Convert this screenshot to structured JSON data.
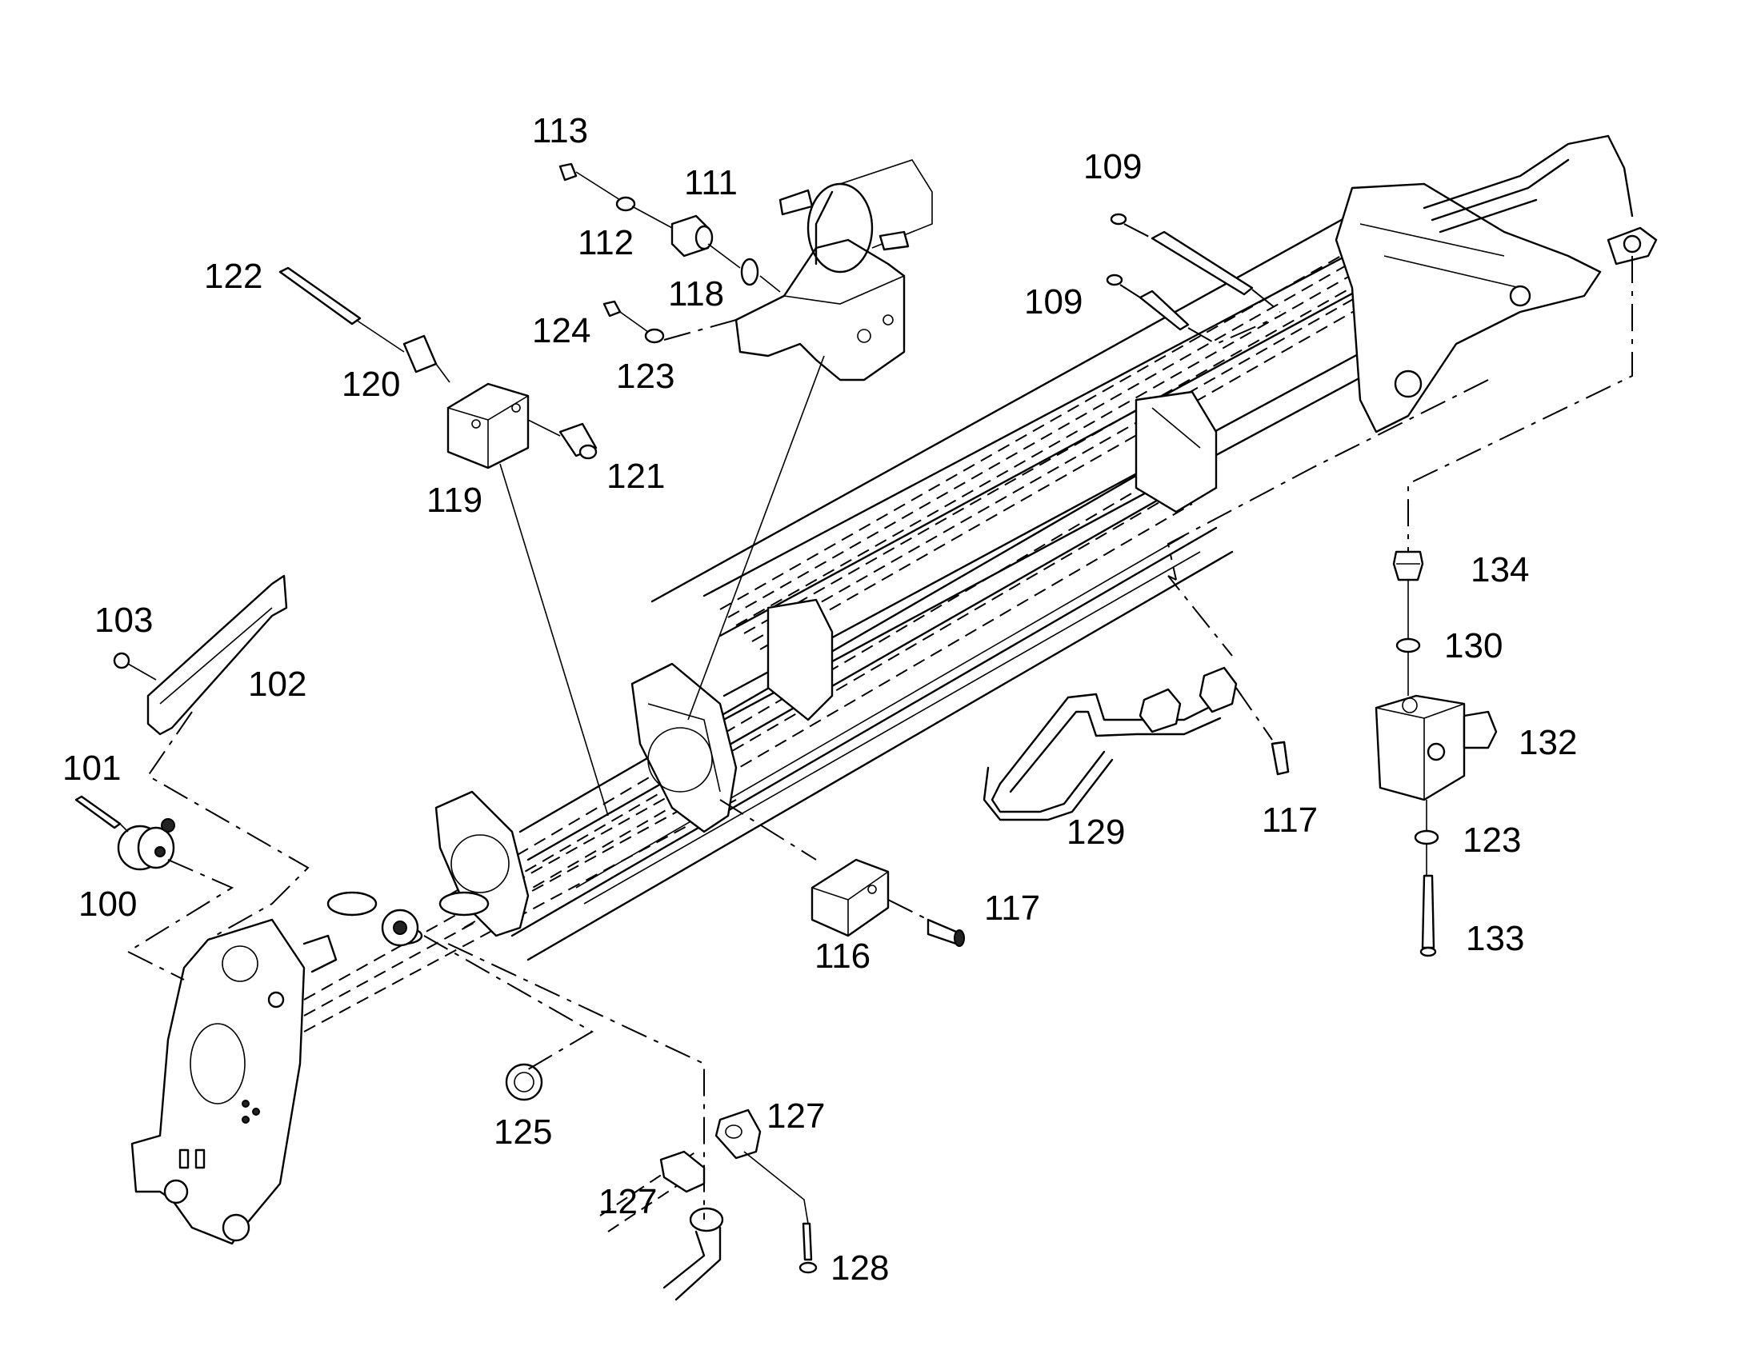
{
  "callouts": [
    {
      "id": "113",
      "text": "113"
    },
    {
      "id": "111",
      "text": "111"
    },
    {
      "id": "112",
      "text": "112"
    },
    {
      "id": "118",
      "text": "118"
    },
    {
      "id": "124",
      "text": "124"
    },
    {
      "id": "123a",
      "text": "123"
    },
    {
      "id": "122",
      "text": "122"
    },
    {
      "id": "120",
      "text": "120"
    },
    {
      "id": "121",
      "text": "121"
    },
    {
      "id": "119",
      "text": "119"
    },
    {
      "id": "109a",
      "text": "109"
    },
    {
      "id": "109b",
      "text": "109"
    },
    {
      "id": "103",
      "text": "103"
    },
    {
      "id": "102",
      "text": "102"
    },
    {
      "id": "101",
      "text": "101"
    },
    {
      "id": "100",
      "text": "100"
    },
    {
      "id": "134",
      "text": "134"
    },
    {
      "id": "130",
      "text": "130"
    },
    {
      "id": "132",
      "text": "132"
    },
    {
      "id": "123b",
      "text": "123"
    },
    {
      "id": "133",
      "text": "133"
    },
    {
      "id": "129",
      "text": "129"
    },
    {
      "id": "117a",
      "text": "117"
    },
    {
      "id": "117b",
      "text": "117"
    },
    {
      "id": "116",
      "text": "116"
    },
    {
      "id": "125",
      "text": "125"
    },
    {
      "id": "127a",
      "text": "127"
    },
    {
      "id": "127b",
      "text": "127"
    },
    {
      "id": "128",
      "text": "128"
    }
  ]
}
